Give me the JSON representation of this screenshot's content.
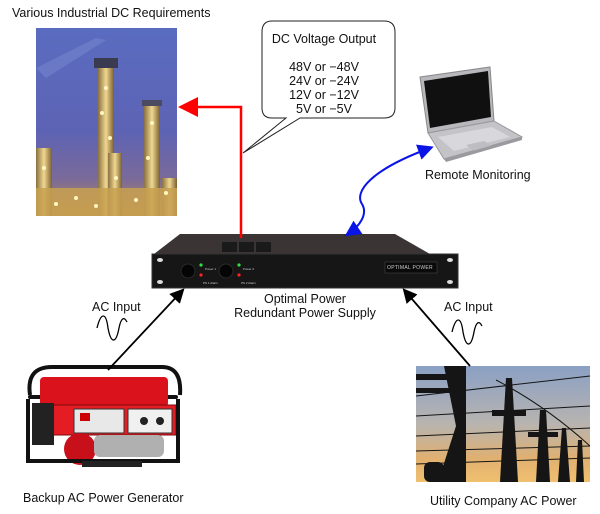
{
  "labels": {
    "industrial": "Various Industrial DC Requirements",
    "remote": "Remote Monitoring",
    "supply_line1": "Optimal Power",
    "supply_line2": "Redundant Power Supply",
    "ac_input_left": "AC Input",
    "ac_input_right": "AC Input",
    "generator": "Backup AC Power Generator",
    "utility": "Utility Company AC Power"
  },
  "callout": {
    "title": "DC Voltage Output",
    "voltages": [
      "48V or −48V",
      "24V or −24V",
      "12V or −12V",
      "5V or −5V"
    ]
  },
  "device": {
    "brand": "OPTIMAL POWER",
    "led1_label": "Power 1",
    "led2_label": "PS 1 Alarm",
    "led3_label": "Power 2",
    "led4_label": "PS 2 Alarm"
  },
  "colors": {
    "dc_output_line": "#ff0000",
    "monitoring_link": "#0a14e6",
    "ac_input_line": "#000000"
  }
}
